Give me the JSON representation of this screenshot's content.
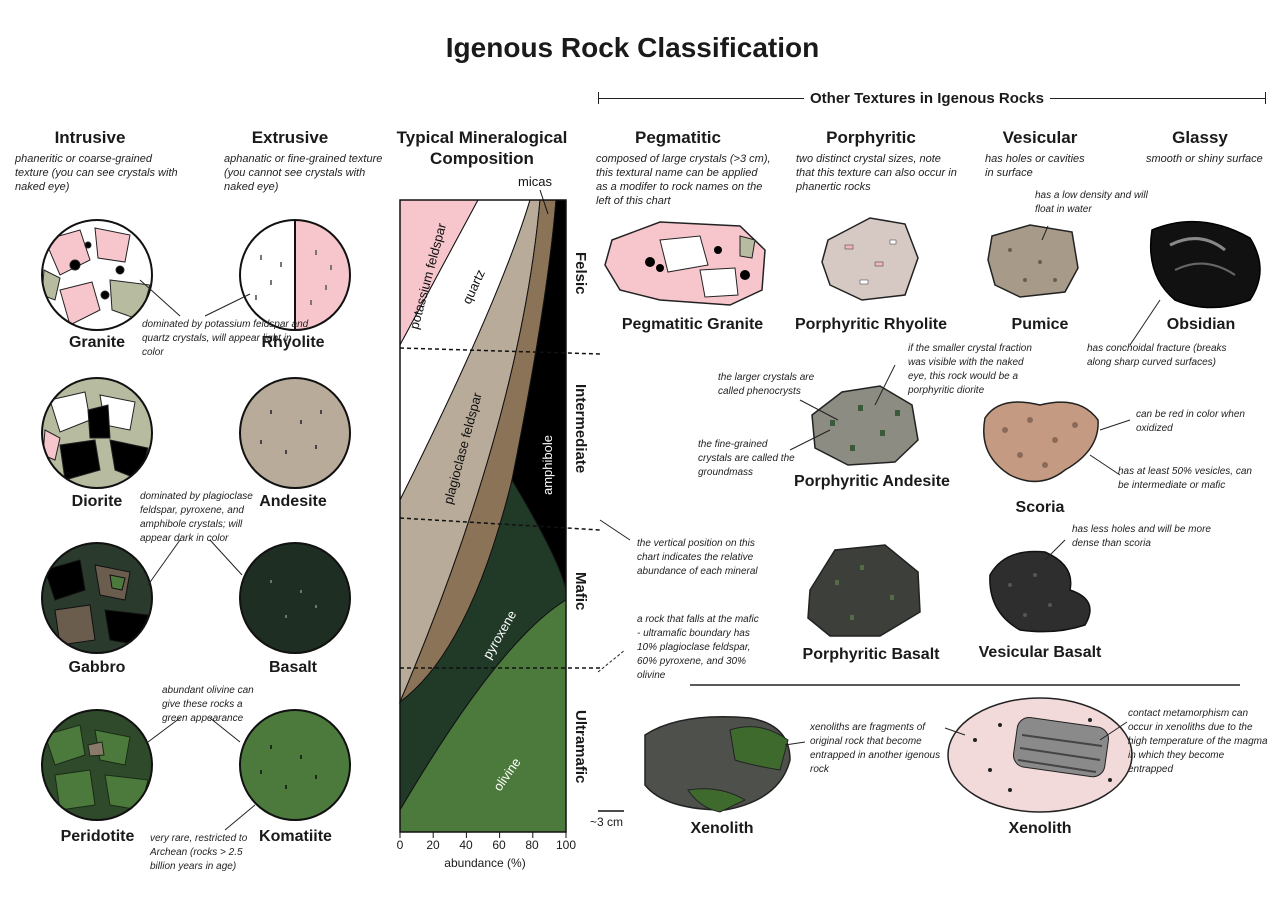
{
  "title": "Igenous Rock Classification",
  "other_textures_header": "Other Textures in Igenous Rocks",
  "columns": {
    "intrusive": {
      "title": "Intrusive",
      "desc": "phaneritic or coarse-grained texture (you can see crystals with naked eye)"
    },
    "extrusive": {
      "title": "Extrusive",
      "desc": "aphanatic or fine-grained texture (you cannot see crystals with naked eye)"
    },
    "mineral": {
      "title_1": "Typical Mineralogical",
      "title_2": "Composition"
    },
    "pegmatitic": {
      "title": "Pegmatitic",
      "desc": "composed of large crystals (>3 cm), this textural name can be applied as a modifer to rock names on the left of this chart"
    },
    "porphyritic": {
      "title": "Porphyritic",
      "desc": "two distinct crystal sizes, note that this texture can also occur in phanertic rocks"
    },
    "vesicular": {
      "title": "Vesicular",
      "desc": "has holes or cavities in surface"
    },
    "glassy": {
      "title": "Glassy",
      "desc": "smooth or shiny surface"
    }
  },
  "rocks": {
    "granite": "Granite",
    "rhyolite": "Rhyolite",
    "diorite": "Diorite",
    "andesite": "Andesite",
    "gabbro": "Gabbro",
    "basalt": "Basalt",
    "peridotite": "Peridotite",
    "komatiite": "Komatiite",
    "pegmatitic_granite": "Pegmatitic Granite",
    "porphyritic_rhyolite": "Porphyritic Rhyolite",
    "pumice": "Pumice",
    "obsidian": "Obsidian",
    "porphyritic_andesite": "Porphyritic Andesite",
    "scoria": "Scoria",
    "porphyritic_basalt": "Porphyritic Basalt",
    "vesicular_basalt": "Vesicular Basalt",
    "xenolith_1": "Xenolith",
    "xenolith_2": "Xenolith"
  },
  "notes": {
    "felsic_note": "dominated by potassium feldspar and quartz crystals, will appear light in color",
    "mafic_note": "dominated by plagioclase feldspar, pyroxene, and amphibole crystals; will appear dark in color",
    "olivine_note": "abundant olivine can give these rocks a green appearance",
    "komatiite_note": "very rare, restricted to Archean (rocks  > 2.5 billion years in age)",
    "pumice_note": "has a low density and will float in water",
    "obsidian_note": "has conchoidal fracture (breaks along sharp curved surfaces)",
    "diorite_note": "if the smaller crystal fraction was visible with the naked eye, this rock would be a porphyritic diorite",
    "phenocryst_note": "the larger crystals are called phenocrysts",
    "groundmass_note": "the fine-grained crystals are called the groundmass",
    "scoria_red_note": "can be red in color when oxidized",
    "scoria_vesicle_note": "has at least 50% vesicles, can be intermediate or mafic",
    "vesicular_basalt_note": "has less holes and will be more dense than scoria",
    "vertical_note": "the vertical position on this chart indicates the relative abundance of each mineral",
    "boundary_note": "a rock that falls at the mafic - ultramafic boundary has 10% plagioclase feldspar, 60% pyroxene, and 30% olivine",
    "xenolith_note": "xenoliths are fragments of original rock that become entrapped in another igenous rock",
    "contact_note": "contact metamorphism can occur in xenoliths due to the high temperature of the magma in which they become entrapped",
    "scale": "~3 cm"
  },
  "chart": {
    "minerals": {
      "micas": "micas",
      "potassium_feldspar": "potassium feldspar",
      "quartz": "quartz",
      "plagioclase": "plagioclase feldspar",
      "amphibole": "amphibole",
      "pyroxene": "pyroxene",
      "olivine": "olivine"
    },
    "zones": [
      "Felsic",
      "Intermediate",
      "Mafic",
      "Ultramafic"
    ],
    "xlabel": "abundance (%)",
    "ticks": [
      "0",
      "20",
      "40",
      "60",
      "80",
      "100"
    ],
    "colors": {
      "potassium_feldspar": "#f7c6cc",
      "quartz": "#ffffff",
      "plagioclase": "#b8ab9a",
      "micas": "#8a7356",
      "amphibole": "#000000",
      "pyroxene": "#213a28",
      "olivine": "#4c7a3c"
    }
  }
}
